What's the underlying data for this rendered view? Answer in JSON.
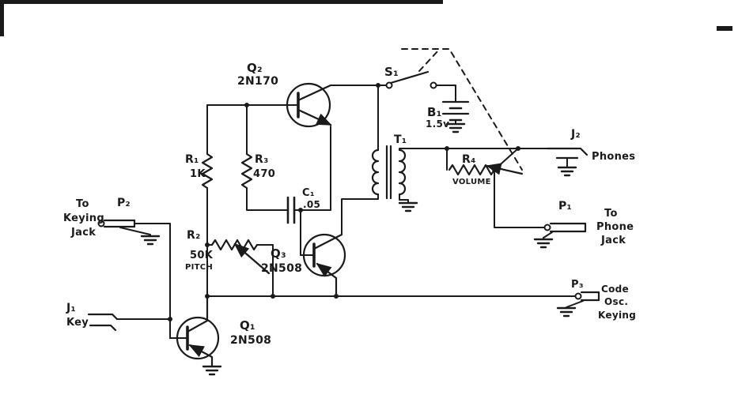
{
  "colors": {
    "ink": "#1a1a1a",
    "background": "#ffffff"
  },
  "schematic": {
    "transistors": {
      "q1": {
        "ref": "Q₁",
        "part": "2N508"
      },
      "q2": {
        "ref": "Q₂",
        "part": "2N170"
      },
      "q3": {
        "ref": "Q₃",
        "part": "2N508"
      }
    },
    "resistors": {
      "r1": {
        "ref": "R₁",
        "value": "1K"
      },
      "r2": {
        "ref": "R₂",
        "value": "50K",
        "function": "PITCH"
      },
      "r3": {
        "ref": "R₃",
        "value": "470"
      },
      "r4": {
        "ref": "R₄",
        "function": "VOLUME"
      }
    },
    "capacitors": {
      "c1": {
        "ref": "C₁",
        "value": ".05"
      }
    },
    "transformer": {
      "t1": {
        "ref": "T₁"
      }
    },
    "switch": {
      "s1": {
        "ref": "S₁"
      }
    },
    "battery": {
      "b1": {
        "ref": "B₁",
        "value": "1.5v"
      }
    },
    "jacks": {
      "j1": {
        "ref": "J₁",
        "label": "Key"
      },
      "j2": {
        "ref": "J₂",
        "label": "Phones"
      }
    },
    "plugs": {
      "p1": {
        "ref": "P₁",
        "caption_lines": [
          "To",
          "Phone",
          "Jack"
        ]
      },
      "p2": {
        "ref": "P₂",
        "caption_lines": [
          "To",
          "Keying",
          "Jack"
        ]
      },
      "p3": {
        "ref": "P₃",
        "caption_lines": [
          "Code",
          "Osc.",
          "Keying"
        ]
      }
    }
  }
}
